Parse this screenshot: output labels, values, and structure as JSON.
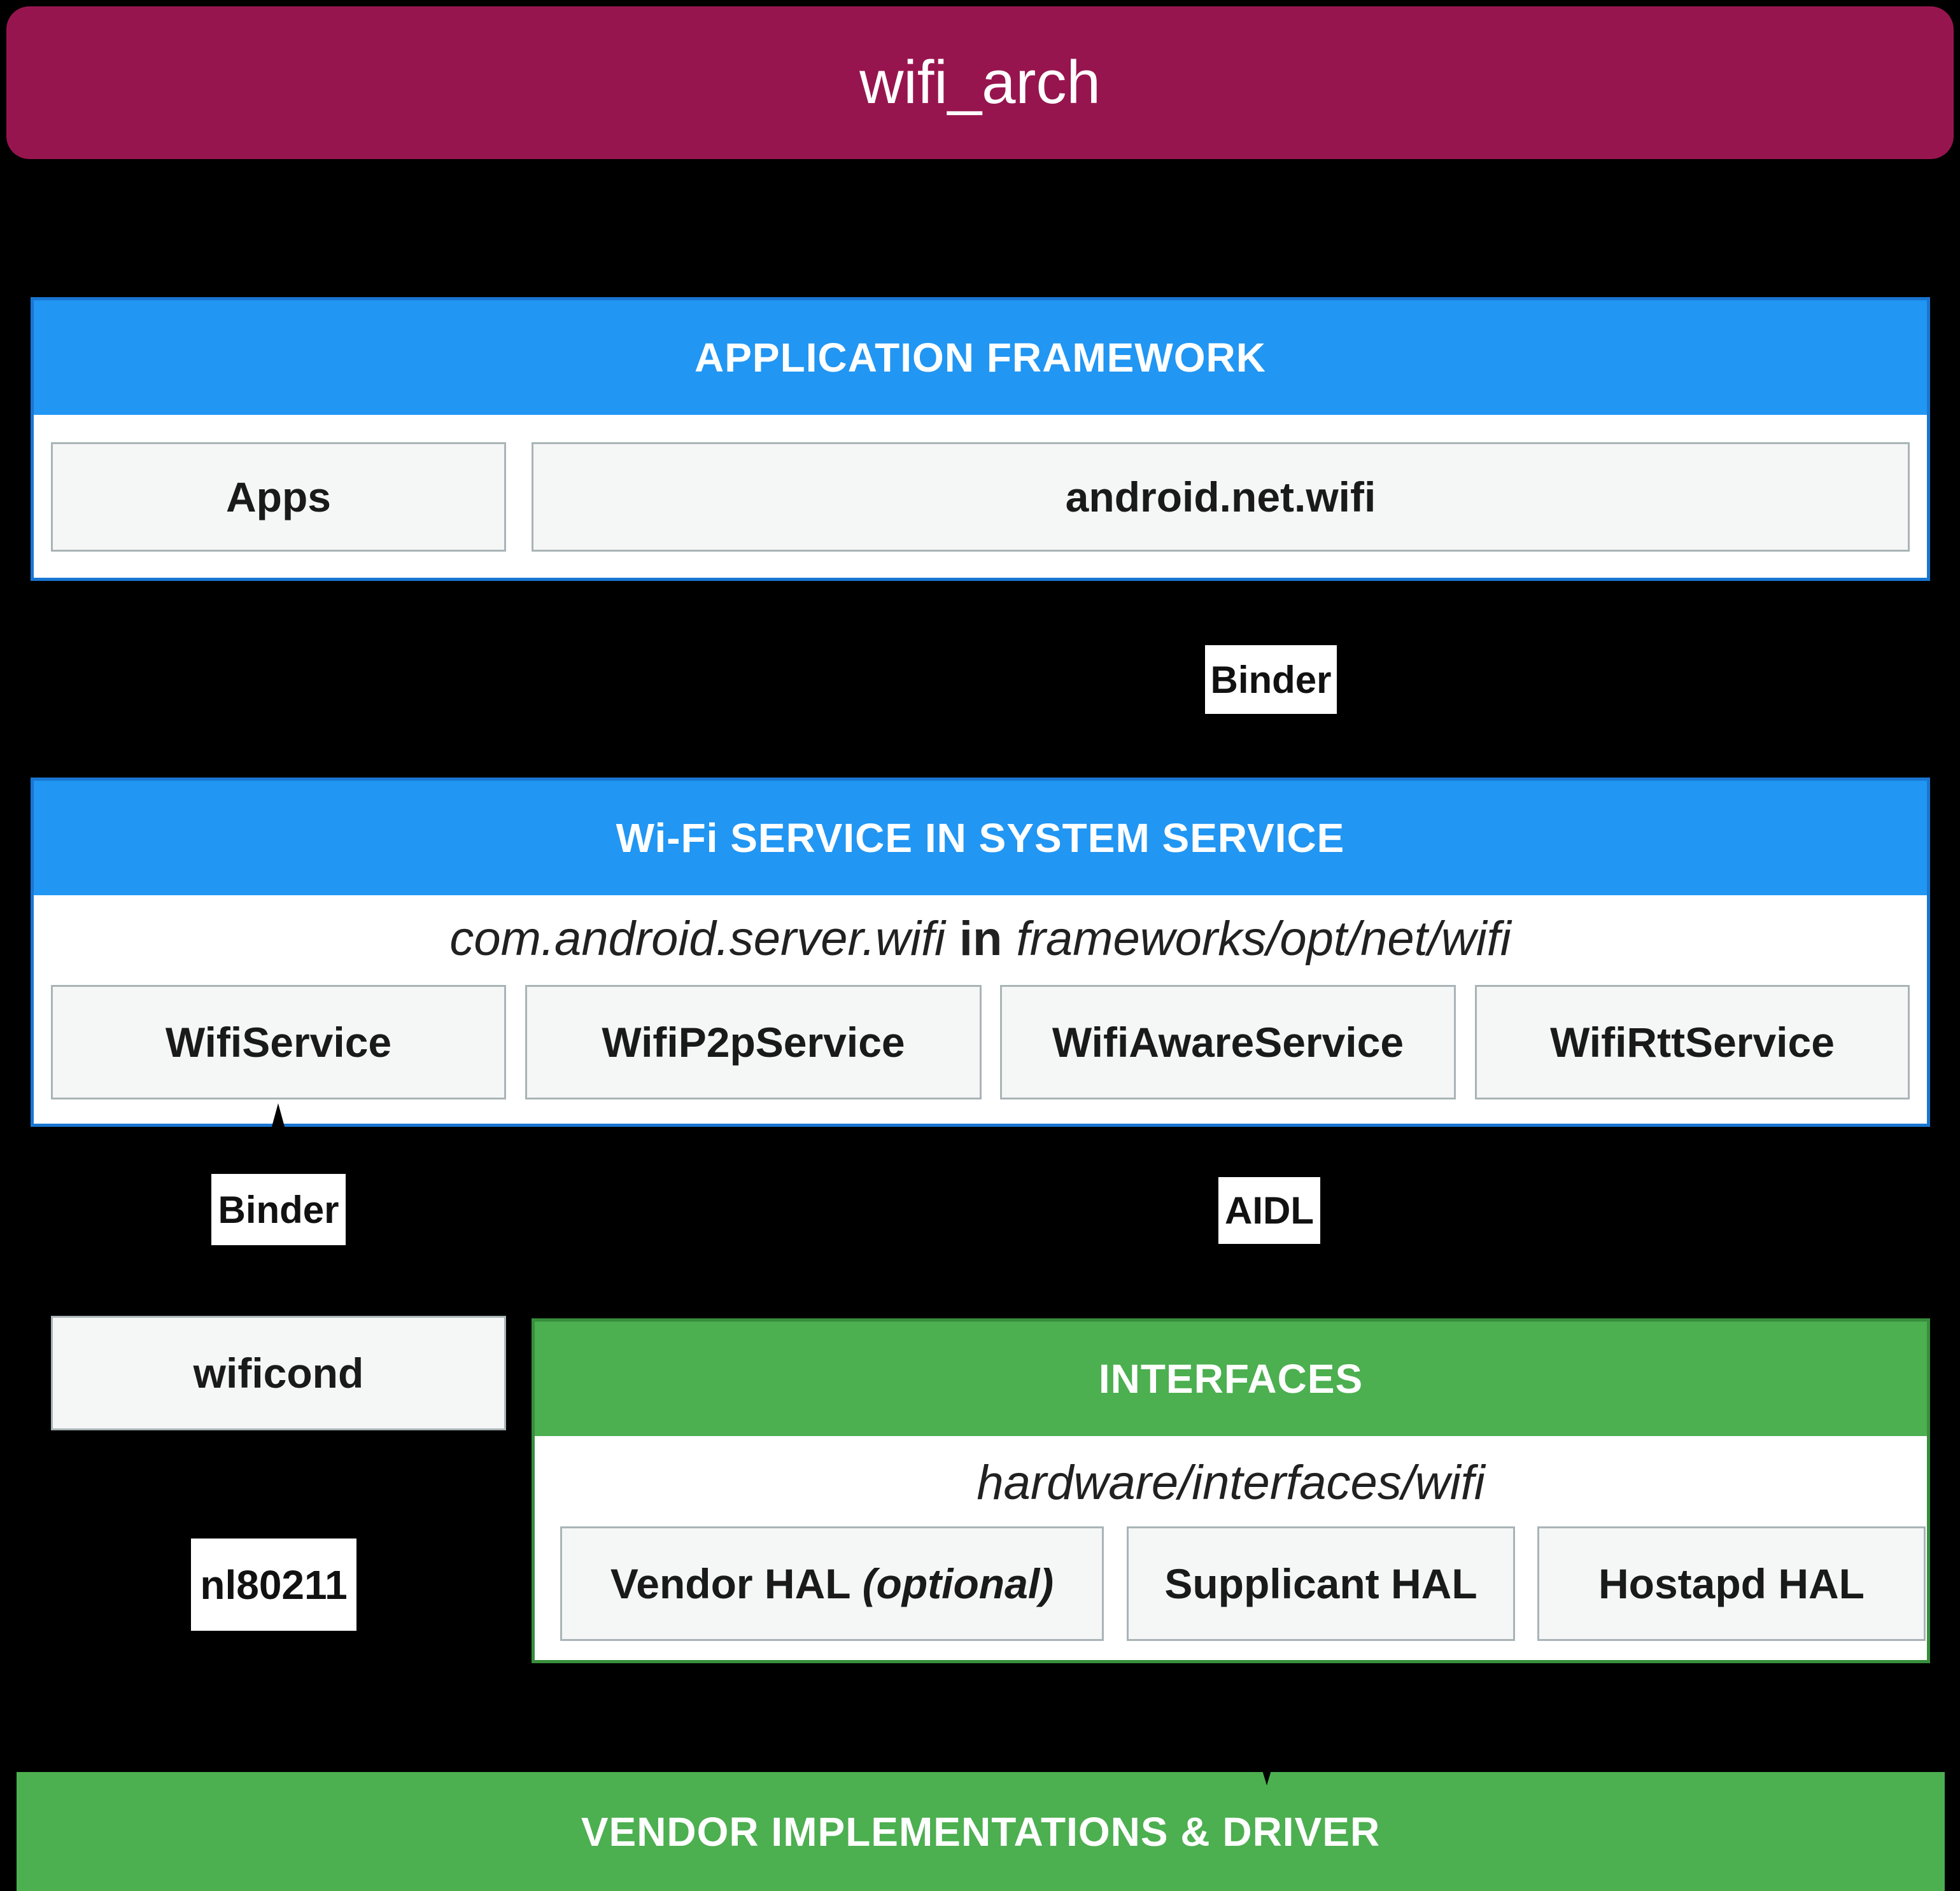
{
  "title": "wifi_arch",
  "colors": {
    "title_bg": "#97154F",
    "blue_header": "#2196F3",
    "blue_border": "#1976D2",
    "green_header": "#4CAF50",
    "green_border": "#388E3C",
    "node_fill": "#F5F6F6",
    "node_border": "#A9B4B6",
    "background": "#000000"
  },
  "application_framework": {
    "header": "APPLICATION FRAMEWORK",
    "boxes": [
      {
        "label": "Apps"
      },
      {
        "label": "android.net.wifi"
      }
    ]
  },
  "binder_label_top": "Binder",
  "wifi_service": {
    "header": "Wi-Fi SERVICE IN SYSTEM SERVICE",
    "path_prefix": "com.android.server.wifi",
    "path_in": "in",
    "path_suffix": "frameworks/opt/net/wifi",
    "boxes": [
      {
        "label": "WifiService"
      },
      {
        "label": "WifiP2pService"
      },
      {
        "label": "WifiAwareService"
      },
      {
        "label": "WifiRttService"
      }
    ]
  },
  "binder_label_mid": "Binder",
  "aidl_label": "AIDL",
  "wificond_label": "wificond",
  "nl80211_label": "nl80211",
  "interfaces": {
    "header": "INTERFACES",
    "path": "hardware/interfaces/wifi",
    "boxes": [
      {
        "label": "Vendor HAL",
        "suffix": "(optional)"
      },
      {
        "label": "Supplicant HAL"
      },
      {
        "label": "Hostapd HAL"
      }
    ]
  },
  "vendor_bar": "VENDOR IMPLEMENTATIONS & DRIVER"
}
